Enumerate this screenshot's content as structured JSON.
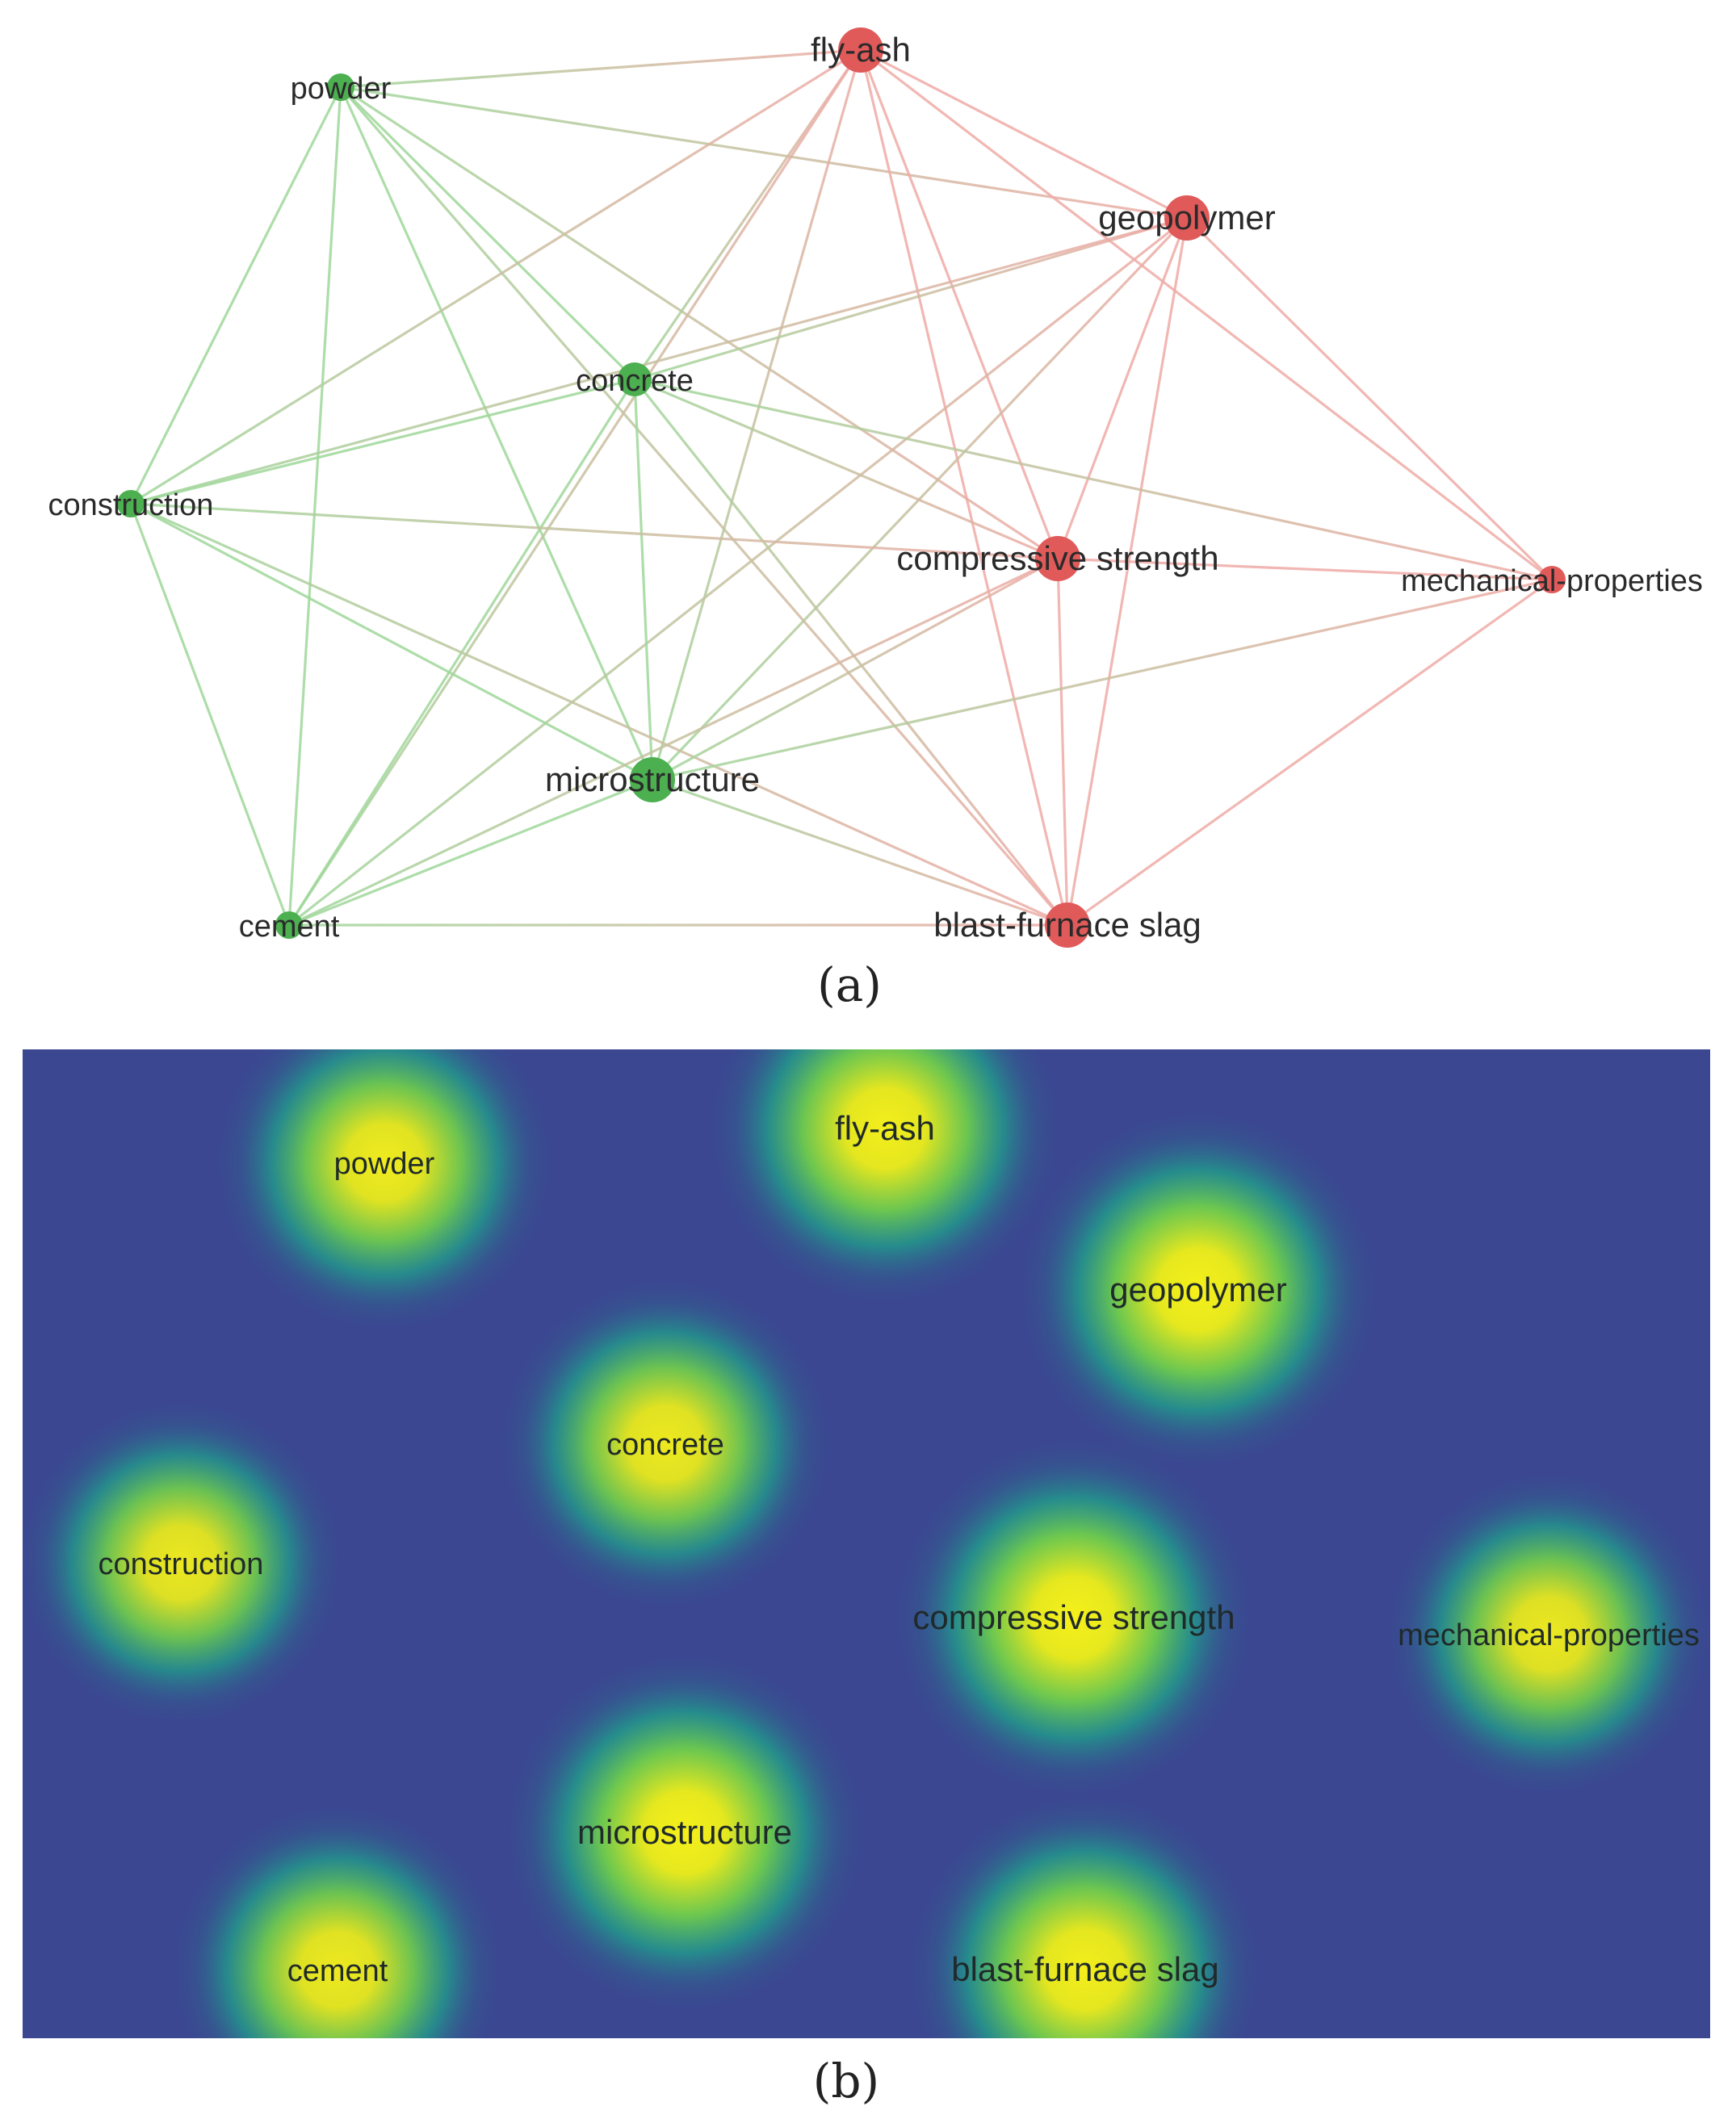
{
  "panels": {
    "a": {
      "caption": "(a)",
      "nodes": [
        {
          "id": "fly-ash",
          "label": "fly-ash",
          "cluster": "red",
          "size": "large"
        },
        {
          "id": "powder",
          "label": "powder",
          "cluster": "green",
          "size": "small"
        },
        {
          "id": "geopolymer",
          "label": "geopolymer",
          "cluster": "red",
          "size": "large"
        },
        {
          "id": "concrete",
          "label": "concrete",
          "cluster": "green",
          "size": "medium"
        },
        {
          "id": "construction",
          "label": "construction",
          "cluster": "green",
          "size": "small"
        },
        {
          "id": "compressive-strength",
          "label": "compressive strength",
          "cluster": "red",
          "size": "large"
        },
        {
          "id": "mechanical-properties",
          "label": "mechanical-properties",
          "cluster": "red",
          "size": "small"
        },
        {
          "id": "microstructure",
          "label": "microstructure",
          "cluster": "green",
          "size": "large"
        },
        {
          "id": "cement",
          "label": "cement",
          "cluster": "green",
          "size": "small"
        },
        {
          "id": "blast-furnace-slag",
          "label": "blast-furnace slag",
          "cluster": "red",
          "size": "large"
        }
      ],
      "edges": [
        [
          "powder",
          "fly-ash"
        ],
        [
          "powder",
          "geopolymer"
        ],
        [
          "powder",
          "concrete"
        ],
        [
          "powder",
          "construction"
        ],
        [
          "powder",
          "compressive-strength"
        ],
        [
          "powder",
          "microstructure"
        ],
        [
          "powder",
          "cement"
        ],
        [
          "powder",
          "blast-furnace-slag"
        ],
        [
          "fly-ash",
          "geopolymer"
        ],
        [
          "fly-ash",
          "concrete"
        ],
        [
          "fly-ash",
          "construction"
        ],
        [
          "fly-ash",
          "compressive-strength"
        ],
        [
          "fly-ash",
          "mechanical-properties"
        ],
        [
          "fly-ash",
          "microstructure"
        ],
        [
          "fly-ash",
          "blast-furnace-slag"
        ],
        [
          "fly-ash",
          "cement"
        ],
        [
          "geopolymer",
          "concrete"
        ],
        [
          "geopolymer",
          "construction"
        ],
        [
          "geopolymer",
          "compressive-strength"
        ],
        [
          "geopolymer",
          "mechanical-properties"
        ],
        [
          "geopolymer",
          "microstructure"
        ],
        [
          "geopolymer",
          "blast-furnace-slag"
        ],
        [
          "geopolymer",
          "cement"
        ],
        [
          "concrete",
          "construction"
        ],
        [
          "concrete",
          "compressive-strength"
        ],
        [
          "concrete",
          "mechanical-properties"
        ],
        [
          "concrete",
          "microstructure"
        ],
        [
          "concrete",
          "cement"
        ],
        [
          "concrete",
          "blast-furnace-slag"
        ],
        [
          "construction",
          "compressive-strength"
        ],
        [
          "construction",
          "microstructure"
        ],
        [
          "construction",
          "cement"
        ],
        [
          "construction",
          "blast-furnace-slag"
        ],
        [
          "compressive-strength",
          "mechanical-properties"
        ],
        [
          "compressive-strength",
          "microstructure"
        ],
        [
          "compressive-strength",
          "blast-furnace-slag"
        ],
        [
          "compressive-strength",
          "cement"
        ],
        [
          "mechanical-properties",
          "microstructure"
        ],
        [
          "mechanical-properties",
          "blast-furnace-slag"
        ],
        [
          "microstructure",
          "cement"
        ],
        [
          "microstructure",
          "blast-furnace-slag"
        ],
        [
          "cement",
          "blast-furnace-slag"
        ]
      ]
    },
    "b": {
      "caption": "(b)",
      "spots": [
        {
          "id": "powder",
          "label": "powder",
          "intensity": 0.85
        },
        {
          "id": "fly-ash",
          "label": "fly-ash",
          "intensity": 0.95
        },
        {
          "id": "geopolymer",
          "label": "geopolymer",
          "intensity": 1.0
        },
        {
          "id": "concrete",
          "label": "concrete",
          "intensity": 0.8
        },
        {
          "id": "construction",
          "label": "construction",
          "intensity": 0.75
        },
        {
          "id": "compressive-strength",
          "label": "compressive strength",
          "intensity": 1.0
        },
        {
          "id": "mechanical-properties",
          "label": "mechanical-properties",
          "intensity": 0.75
        },
        {
          "id": "microstructure",
          "label": "microstructure",
          "intensity": 1.0
        },
        {
          "id": "cement",
          "label": "cement",
          "intensity": 0.8
        },
        {
          "id": "blast-furnace-slag",
          "label": "blast-furnace slag",
          "intensity": 0.95
        }
      ]
    }
  },
  "colors": {
    "green_node": "#4caf50",
    "red_node": "#e05a5a",
    "green_edge": "#9fd79a",
    "red_edge": "#efaaa6",
    "density_background": "#3b4791",
    "density_mid": "#23a38a",
    "density_peak": "#f4ef1c"
  }
}
